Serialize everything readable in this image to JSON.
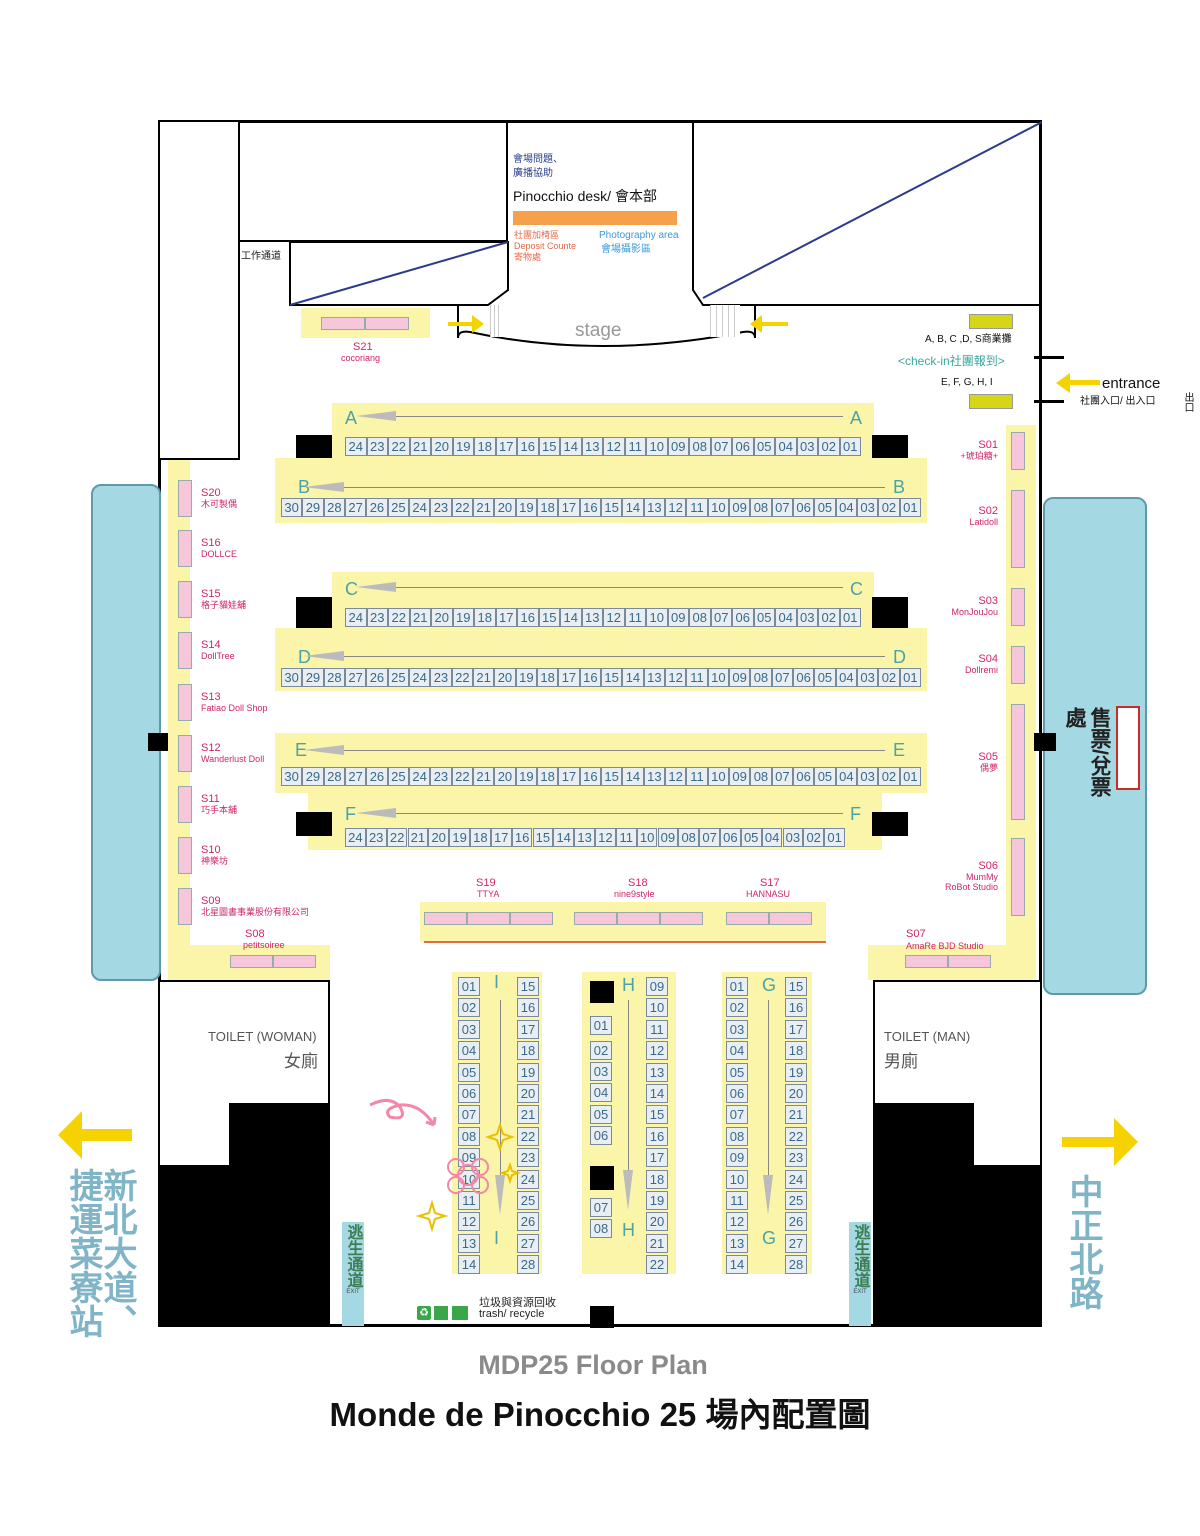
{
  "desk": {
    "title_cn": "會場問題、\n廣播協助",
    "title": "Pinocchio desk/ 會本部",
    "left_labels": [
      "社團加椅區",
      "Deposit Counte",
      "寄物處"
    ],
    "right_labels": [
      "Photography area",
      "會場攝影區"
    ]
  },
  "stage": "stage",
  "work_passage": "工作通道",
  "entrance": {
    "abcd_label": "A, B, C ,D, S商業攤",
    "checkin": "<check-in社團報到>",
    "efghi_label": "E, F, G, H, I",
    "label": "entrance",
    "sub": "社團入口/ 出入口",
    "far": "出口"
  },
  "rows": {
    "A": {
      "letter": "A",
      "numbers": [
        "24",
        "23",
        "22",
        "21",
        "20",
        "19",
        "18",
        "17",
        "16",
        "15",
        "14",
        "13",
        "12",
        "11",
        "10",
        "09",
        "08",
        "07",
        "06",
        "05",
        "04",
        "03",
        "02",
        "01"
      ]
    },
    "B": {
      "letter": "B",
      "numbers": [
        "30",
        "29",
        "28",
        "27",
        "26",
        "25",
        "24",
        "23",
        "22",
        "21",
        "20",
        "19",
        "18",
        "17",
        "16",
        "15",
        "14",
        "13",
        "12",
        "11",
        "10",
        "09",
        "08",
        "07",
        "06",
        "05",
        "04",
        "03",
        "02",
        "01"
      ]
    },
    "C": {
      "letter": "C",
      "numbers": [
        "24",
        "23",
        "22",
        "21",
        "20",
        "19",
        "18",
        "17",
        "16",
        "15",
        "14",
        "13",
        "12",
        "11",
        "10",
        "09",
        "08",
        "07",
        "06",
        "05",
        "04",
        "03",
        "02",
        "01"
      ]
    },
    "D": {
      "letter": "D",
      "numbers": [
        "30",
        "29",
        "28",
        "27",
        "26",
        "25",
        "24",
        "23",
        "22",
        "21",
        "20",
        "19",
        "18",
        "17",
        "16",
        "15",
        "14",
        "13",
        "12",
        "11",
        "10",
        "09",
        "08",
        "07",
        "06",
        "05",
        "04",
        "03",
        "02",
        "01"
      ]
    },
    "E": {
      "letter": "E",
      "numbers": [
        "30",
        "29",
        "28",
        "27",
        "26",
        "25",
        "24",
        "23",
        "22",
        "21",
        "20",
        "19",
        "18",
        "17",
        "16",
        "15",
        "14",
        "13",
        "12",
        "11",
        "10",
        "09",
        "08",
        "07",
        "06",
        "05",
        "04",
        "03",
        "02",
        "01"
      ]
    },
    "F": {
      "letter": "F",
      "numbers": [
        "24",
        "23",
        "22",
        "21",
        "20",
        "19",
        "18",
        "17",
        "16",
        "15",
        "14",
        "13",
        "12",
        "11",
        "10",
        "09",
        "08",
        "07",
        "06",
        "05",
        "04",
        "03",
        "02",
        "01"
      ]
    }
  },
  "stalls_left": [
    {
      "code": "S20",
      "name": "木可製偶"
    },
    {
      "code": "S16",
      "name": "DOLLCE"
    },
    {
      "code": "S15",
      "name": "格子貓娃舖"
    },
    {
      "code": "S14",
      "name": "DollTree"
    },
    {
      "code": "S13",
      "name": "Fatiao Doll Shop"
    },
    {
      "code": "S12",
      "name": "Wanderlust Doll"
    },
    {
      "code": "S11",
      "name": "巧手本舖"
    },
    {
      "code": "S10",
      "name": "神樂坊"
    },
    {
      "code": "S09",
      "name": "北星圖書事業股份有限公司"
    }
  ],
  "stalls_right": [
    {
      "code": "S01",
      "name": "+琥珀糖+"
    },
    {
      "code": "S02",
      "name": "Latidoll"
    },
    {
      "code": "S03",
      "name": "MonJouJou"
    },
    {
      "code": "S04",
      "name": "Dollremi"
    },
    {
      "code": "S05",
      "name": "偶夢"
    },
    {
      "code": "S06",
      "name": "MumMy\nRoBot Studio"
    }
  ],
  "stalls_other": {
    "s21": {
      "code": "S21",
      "name": "cocoriang"
    },
    "s08": {
      "code": "S08",
      "name": "petitsoiree"
    },
    "s07": {
      "code": "S07",
      "name": "AmaRe BJD Studio"
    },
    "s19": {
      "code": "S19",
      "name": "TTYA"
    },
    "s18": {
      "code": "S18",
      "name": "nine9style"
    },
    "s17": {
      "code": "S17",
      "name": "HANNASU"
    }
  },
  "columns": {
    "I": {
      "letter": "I",
      "left": [
        "01",
        "02",
        "03",
        "04",
        "05",
        "06",
        "07",
        "08",
        "09",
        "10",
        "11",
        "12",
        "13",
        "14"
      ],
      "right": [
        "15",
        "16",
        "17",
        "18",
        "19",
        "20",
        "21",
        "22",
        "23",
        "24",
        "25",
        "26",
        "27",
        "28"
      ]
    },
    "H": {
      "letter": "H",
      "left": [
        "01",
        "02",
        "03",
        "04",
        "05",
        "06",
        "07",
        "08"
      ],
      "right": [
        "09",
        "10",
        "11",
        "12",
        "13",
        "14",
        "15",
        "16",
        "17",
        "18",
        "19",
        "20",
        "21",
        "22"
      ]
    },
    "G": {
      "letter": "G",
      "left": [
        "01",
        "02",
        "03",
        "04",
        "05",
        "06",
        "07",
        "08",
        "09",
        "10",
        "11",
        "12",
        "13",
        "14"
      ],
      "right": [
        "15",
        "16",
        "17",
        "18",
        "19",
        "20",
        "21",
        "22",
        "23",
        "24",
        "25",
        "26",
        "27",
        "28"
      ]
    }
  },
  "toilets": {
    "woman_en": "TOILET (WOMAN)",
    "woman_cn": "女廁",
    "man_en": "TOILET (MAN)",
    "man_cn": "男廁"
  },
  "exits": {
    "text": "逃生通道",
    "small": "EXIT"
  },
  "trash": {
    "cn": "垃圾與資源回收",
    "en": "trash/ recycle"
  },
  "ticket": "售票/兌票處",
  "left_street": "新北大道、捷運菜寮站",
  "right_street": "中正北路",
  "footer": {
    "subtitle": "MDP25 Floor Plan",
    "title": "Monde de Pinocchio 25 場內配置圖"
  },
  "colors": {
    "yellow_zone": "#faf5a9",
    "stall_pink": "#f6c6db",
    "aisle_blue": "#a4d8e2",
    "row_letter": "#4aa3a8",
    "desk_orange": "#f5a04a",
    "accent_pink": "#d0246a",
    "arrow_yellow": "#f5d200"
  }
}
